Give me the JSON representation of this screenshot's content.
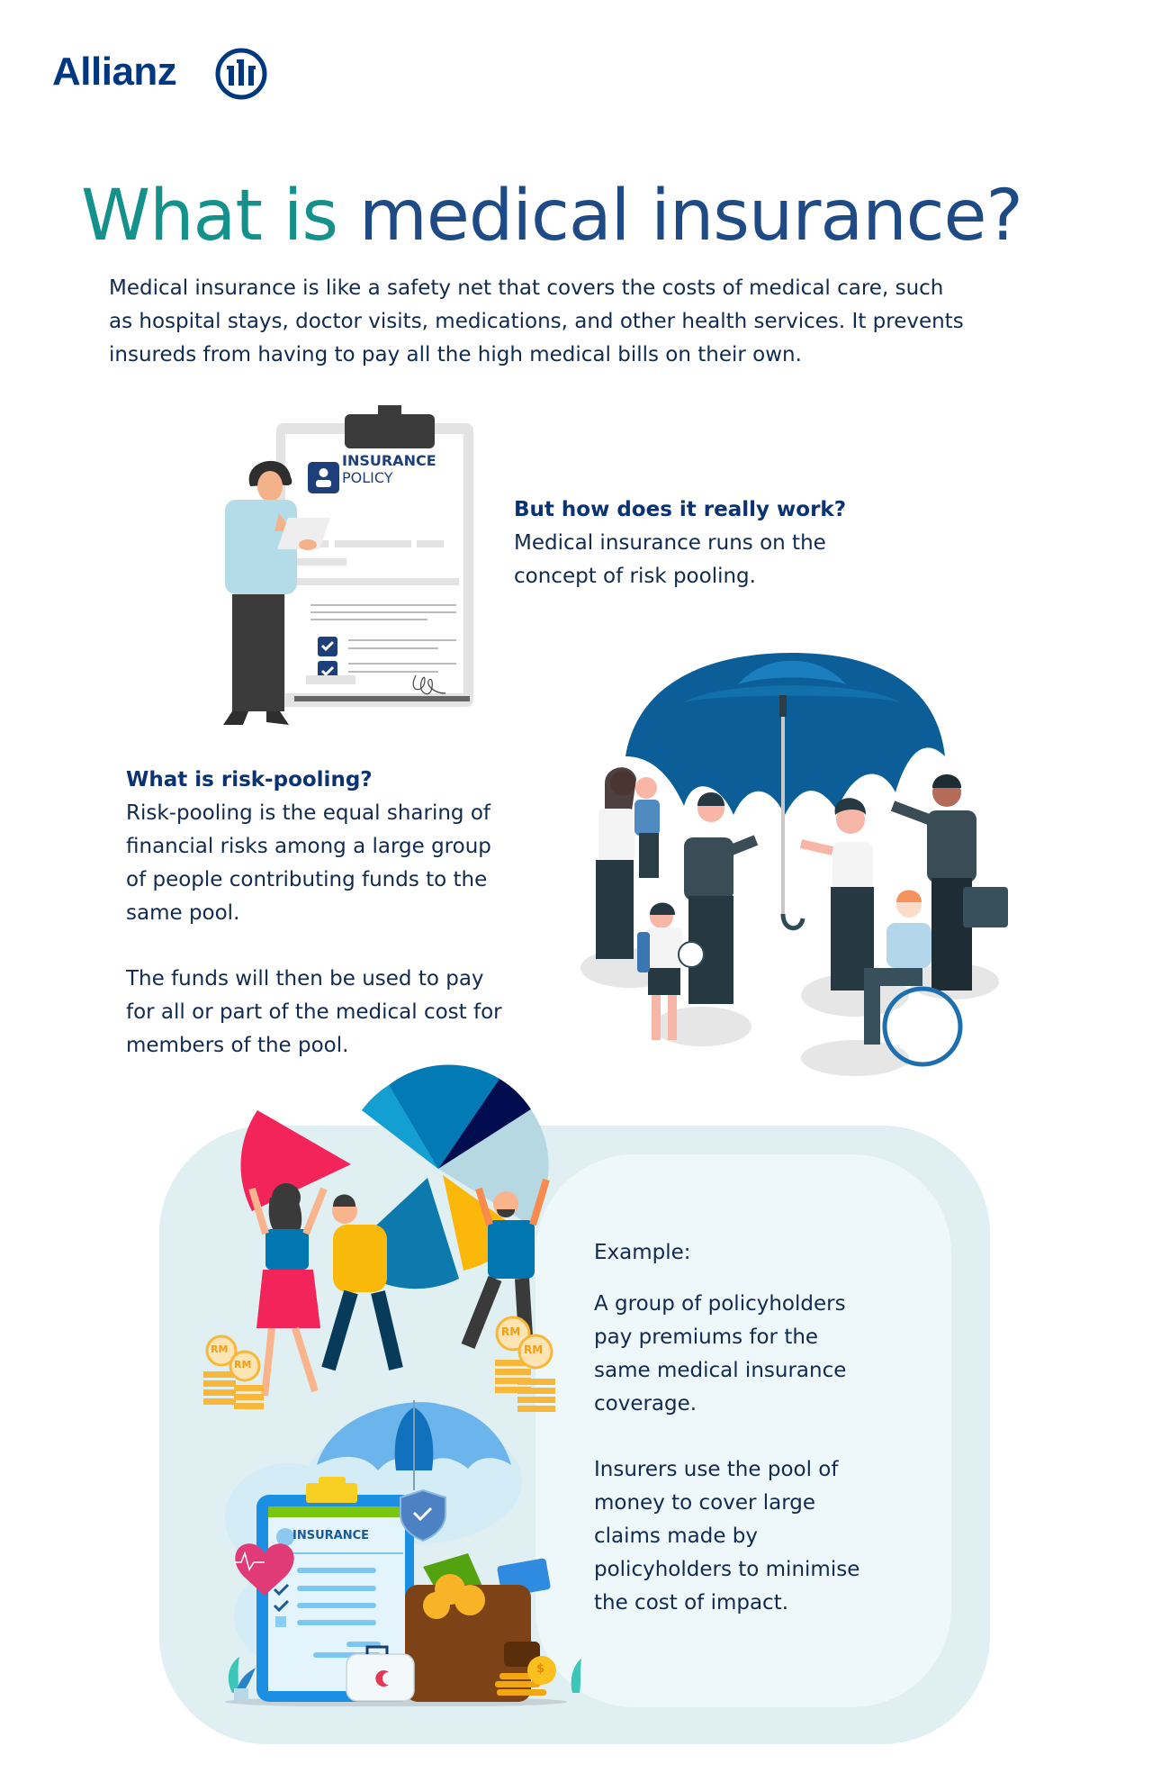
{
  "brand": {
    "name": "Allianz",
    "logo_icon": "allianz-eagle-bars-icon",
    "color": "#003781"
  },
  "title": {
    "part1": "What is ",
    "part2": "medical insurance?",
    "color_part1": "#14918a",
    "color_part2": "#1e4a86"
  },
  "intro": {
    "lines": [
      "Medical insurance is like a safety net that covers the costs of medical care, such",
      "as hospital stays, doctor visits, medications, and other health services. It prevents",
      "insureds from having to pay all the high medical bills on their own."
    ]
  },
  "how_it_works": {
    "heading": "But how does it really work?",
    "lines": [
      "Medical insurance runs on the",
      "concept of risk pooling."
    ]
  },
  "policy_illustration": {
    "title_bold": "INSURANCE",
    "title_regular": "POLICY"
  },
  "risk_pooling": {
    "heading": "What is risk-pooling?",
    "paragraph1": [
      "Risk-pooling is the equal sharing of",
      "financial risks among a large group",
      "of people contributing funds to the",
      "same pool."
    ],
    "paragraph2": [
      "The funds will then be used to pay",
      "for all or part of the medical cost for",
      "members of the pool."
    ]
  },
  "coins": {
    "label": "RM",
    "currency_icon": "$"
  },
  "example": {
    "label": "Example:",
    "paragraph1": [
      "A group of policyholders",
      "pay premiums for the",
      "same medical insurance",
      "coverage."
    ],
    "paragraph2": [
      "Insurers use the pool of",
      "money to cover large",
      "claims made by",
      "policyholders to minimise",
      "the cost of impact."
    ]
  },
  "insurance_clipboard": {
    "label": "INSURANCE"
  },
  "colors": {
    "panel_outer": "#e0eff2",
    "panel_inner": "#eef7fa",
    "text_dark": "#112a4f",
    "heading_blue": "#0b3374"
  }
}
